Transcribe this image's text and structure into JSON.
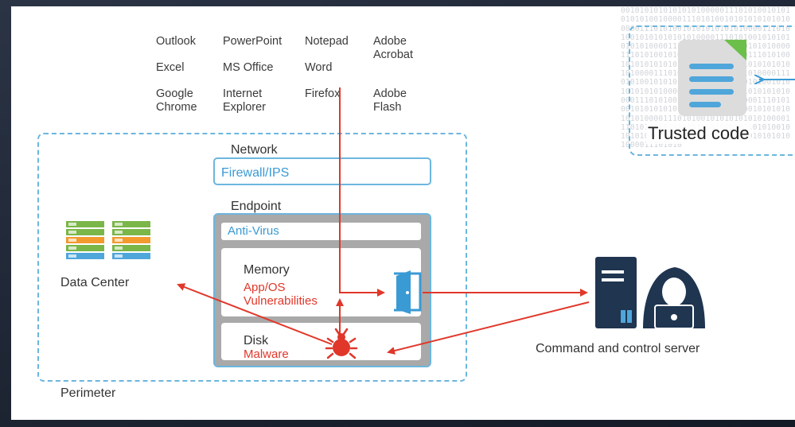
{
  "applications": [
    {
      "label": "Outlook"
    },
    {
      "label": "PowerPoint"
    },
    {
      "label": "Notepad"
    },
    {
      "label": "Adobe\nAcrobat"
    },
    {
      "label": "Excel"
    },
    {
      "label": "MS Office"
    },
    {
      "label": "Word"
    },
    {
      "label": "Google\nChrome"
    },
    {
      "label": "Internet\nExplorer"
    },
    {
      "label": "Firefox"
    },
    {
      "label": "Adobe\nFlash"
    }
  ],
  "network": {
    "title": "Network",
    "firewall": "Firewall/IPS"
  },
  "endpoint": {
    "title": "Endpoint",
    "antivirus": "Anti-Virus",
    "memory": {
      "title": "Memory",
      "subtitle": "App/OS\nVulnerabilities"
    },
    "disk": {
      "title": "Disk",
      "subtitle": "Malware"
    }
  },
  "data_center": {
    "label": "Data  Center"
  },
  "perimeter": {
    "label": "Perimeter"
  },
  "c2": {
    "label": "Command and control server"
  },
  "trusted": {
    "label": "Trusted code",
    "binary": "0010101010101010100000111010100101010101010010000111010100101010101010100000111010100101010101010100001110101001010101010101000011101010010101010101010000111010100101010101010100001110101001010101010100100001110101001010101010101000011101010010101010101010000111010100101010101010100001110101001010101010101000011101010010101010101010000111010100101010101010100001110101001010101010101000011101010010101010101010000111010100101010101010100001110101001010101010101000011101010010101010101010000111010100101010101010100001110101001010101010101000011101010"
  },
  "colors": {
    "accent_blue": "#3a9ad4",
    "dashed_blue": "#6cb6df",
    "threat_red": "#e0372a",
    "server_navy": "#1f3550"
  }
}
